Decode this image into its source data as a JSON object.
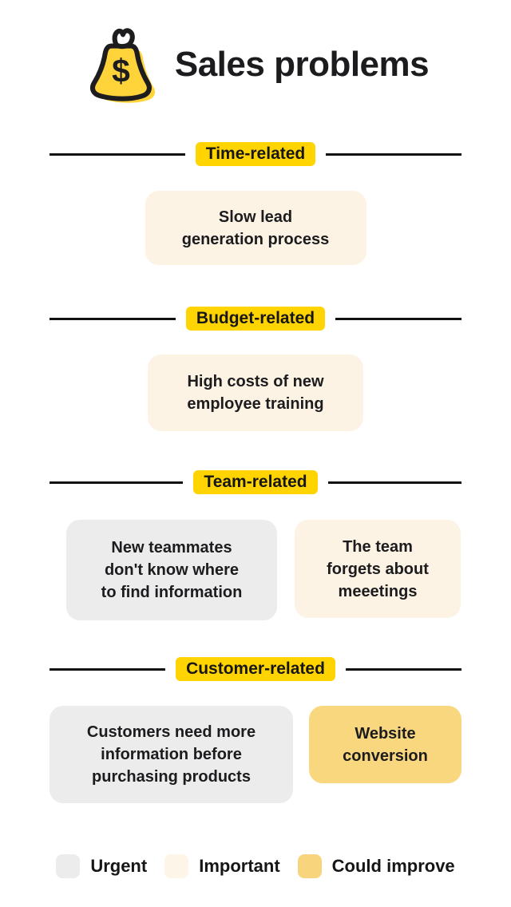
{
  "header": {
    "title": "Sales problems",
    "icon": "money-bag-icon",
    "icon_symbol": "$"
  },
  "sections": [
    {
      "label": "Time-related",
      "cards": [
        {
          "text": "Slow lead\ngeneration process",
          "priority": "Important"
        }
      ]
    },
    {
      "label": "Budget-related",
      "cards": [
        {
          "text": "High costs of new\nemployee training",
          "priority": "Important"
        }
      ]
    },
    {
      "label": "Team-related",
      "cards": [
        {
          "text": "New teammates\ndon't know where\nto find information",
          "priority": "Urgent"
        },
        {
          "text": "The team\nforgets about\nmeeetings",
          "priority": "Important"
        }
      ]
    },
    {
      "label": "Customer-related",
      "cards": [
        {
          "text": "Customers need more\ninformation before\npurchasing products",
          "priority": "Urgent"
        },
        {
          "text": "Website\nconversion",
          "priority": "Could improve"
        }
      ]
    }
  ],
  "legend": {
    "items": [
      {
        "label": "Urgent",
        "color": "#ECECEC"
      },
      {
        "label": "Important",
        "color": "#FDF6E8"
      },
      {
        "label": "Could improve",
        "color": "#F8D57C"
      }
    ]
  },
  "colors": {
    "highlight_yellow": "#FFD400",
    "card_cream": "#FCF3E4",
    "card_gray": "#ECECEC",
    "card_yellow": "#F9D77E",
    "bag_yellow": "#FFD43B",
    "text_dark": "#1C1C1F",
    "rule_black": "#111111"
  }
}
